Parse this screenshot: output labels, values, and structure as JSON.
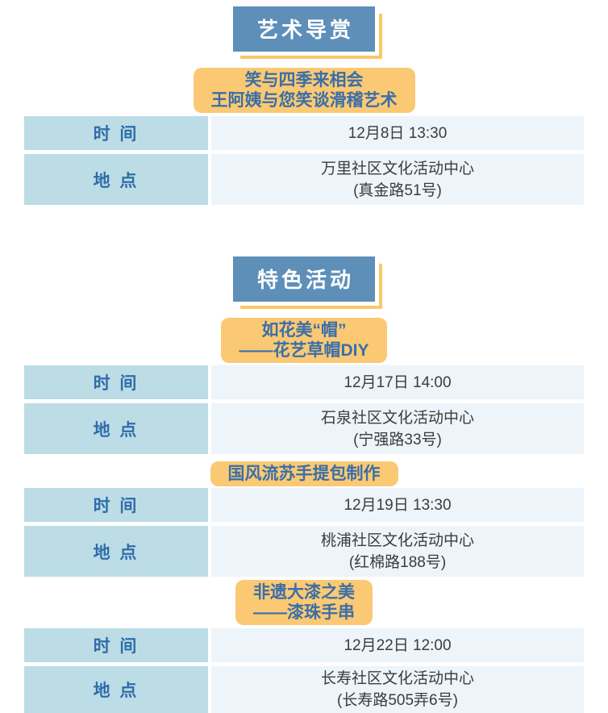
{
  "labels": {
    "time": "时 间",
    "location": "地 点"
  },
  "colors": {
    "section_header_bg": "#5D8FB8",
    "section_header_text": "#FFFFFF",
    "accent_yellow": "#FBC973",
    "shadow_yellow": "#F9C964",
    "event_title_text": "#3A6EA9",
    "label_cell_bg": "#BCDCE6",
    "label_text": "#2F6DA9",
    "value_cell_bg": "#EDF4FA",
    "value_text": "#3C3C3C"
  },
  "sections": [
    {
      "title": "艺术导赏",
      "events": [
        {
          "title_lines": [
            "笑与四季来相会",
            "王阿姨与您笑谈滑稽艺术"
          ],
          "time": "12月8日 13:30",
          "location_lines": [
            "万里社区文化活动中心",
            "(真金路51号)"
          ]
        }
      ]
    },
    {
      "title": "特色活动",
      "events": [
        {
          "title_lines": [
            "如花美“帽”",
            "——花艺草帽DIY"
          ],
          "time": "12月17日 14:00",
          "location_lines": [
            "石泉社区文化活动中心",
            "(宁强路33号)"
          ]
        },
        {
          "title_lines": [
            "国风流苏手提包制作"
          ],
          "time": "12月19日 13:30",
          "location_lines": [
            "桃浦社区文化活动中心",
            "(红棉路188号)"
          ]
        },
        {
          "title_lines": [
            "非遗大漆之美",
            "——漆珠手串"
          ],
          "time": "12月22日 12:00",
          "location_lines": [
            "长寿社区文化活动中心",
            "(长寿路505弄6号)"
          ]
        }
      ]
    }
  ]
}
